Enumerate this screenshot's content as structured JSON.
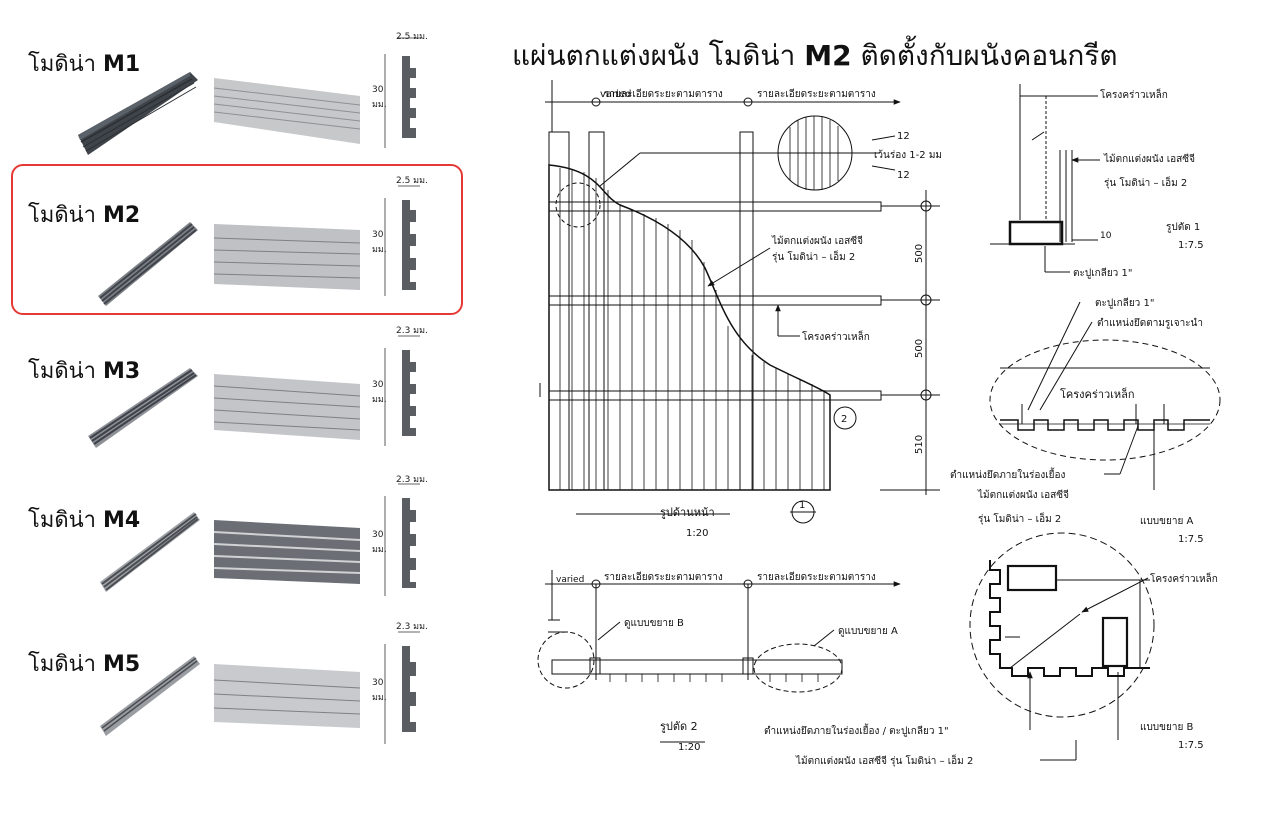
{
  "left_panel": {
    "items": [
      {
        "prefix": "โมดิน่า",
        "model": "M1",
        "thickness": "2.5 มม.",
        "height": "30",
        "height_unit": "มม."
      },
      {
        "prefix": "โมดิน่า",
        "model": "M2",
        "thickness": "2.5 มม.",
        "height": "30",
        "height_unit": "มม."
      },
      {
        "prefix": "โมดิน่า",
        "model": "M3",
        "thickness": "2.3 มม.",
        "height": "30",
        "height_unit": "มม."
      },
      {
        "prefix": "โมดิน่า",
        "model": "M4",
        "thickness": "2.3 มม.",
        "height": "30",
        "height_unit": "มม."
      },
      {
        "prefix": "โมดิน่า",
        "model": "M5",
        "thickness": "2.3 มม.",
        "height": "30",
        "height_unit": "มม."
      }
    ],
    "selected_model": "M2"
  },
  "headline": {
    "prefix": "แผ่นตกแต่งผนัง โมดิน่า",
    "model": "M2",
    "suffix": "ติดตั้งกับผนังคอนกรีต"
  },
  "elevation": {
    "varied": "varied",
    "detail_left": "รายละเอียดระยะตามตาราง",
    "detail_right": "รายละเอียดระยะตามตาราง",
    "spacing_top": "12",
    "spacing_bottom": "12",
    "gap_note": "เว้นร่อง 1-2 มม",
    "panel_label_1": "ไม้ตกแต่งผนัง เอสซีจี",
    "panel_label_2": "รุ่น โมดิน่า – เอ็ม 2",
    "frame_label": "โครงคร่าวเหล็ก",
    "dim_1": "500",
    "dim_2": "500",
    "dim_3": "510",
    "section_marker": "2",
    "section_marker_2": "1",
    "title": "รูปด้านหน้า",
    "scale": "1:20"
  },
  "section1": {
    "frame_label": "โครงคร่าวเหล็ก",
    "panel_label_1": "ไม้ตกแต่งผนัง เอสซีจี",
    "panel_label_2": "รุ่น โมดิน่า – เอ็ม 2",
    "dim": "10",
    "screw_label": "ตะปูเกลียว 1\"",
    "title": "รูปตัด 1",
    "scale": "1:7.5"
  },
  "detailA": {
    "screw_label": "ตะปูเกลียว 1\"",
    "drill_label": "ตำแหน่งยึดตามรูเจาะนำ",
    "frame_label": "โครงคร่าวเหล็ก",
    "inside_label": "ตำแหน่งยึดภายในร่องเยื้อง",
    "panel_label_1": "ไม้ตกแต่งผนัง เอสซีจี",
    "panel_label_2": "รุ่น โมดิน่า – เอ็ม 2",
    "title": "แบบขยาย A",
    "scale": "1:7.5"
  },
  "section2": {
    "varied": "varied",
    "detail_left": "รายละเอียดระยะตามตาราง",
    "detail_right": "รายละเอียดระยะตามตาราง",
    "see_b": "ดูแบบขยาย B",
    "see_a": "ดูแบบขยาย A",
    "title": "รูปตัด 2",
    "scale": "1:20"
  },
  "detailB": {
    "frame_label": "โครงคร่าวเหล็ก",
    "inside_label": "ตำแหน่งยึดภายในร่องเยื้อง / ตะปูเกลียว 1\"",
    "panel_label": "ไม้ตกแต่งผนัง เอสซีจี รุ่น โมดิน่า – เอ็ม 2",
    "title": "แบบขยาย B",
    "scale": "1:7.5"
  },
  "colors": {
    "selection": "#e53935",
    "panel_dark": "#4a4f55",
    "panel_mid": "#8c9096",
    "profile": "#5a5d62"
  }
}
